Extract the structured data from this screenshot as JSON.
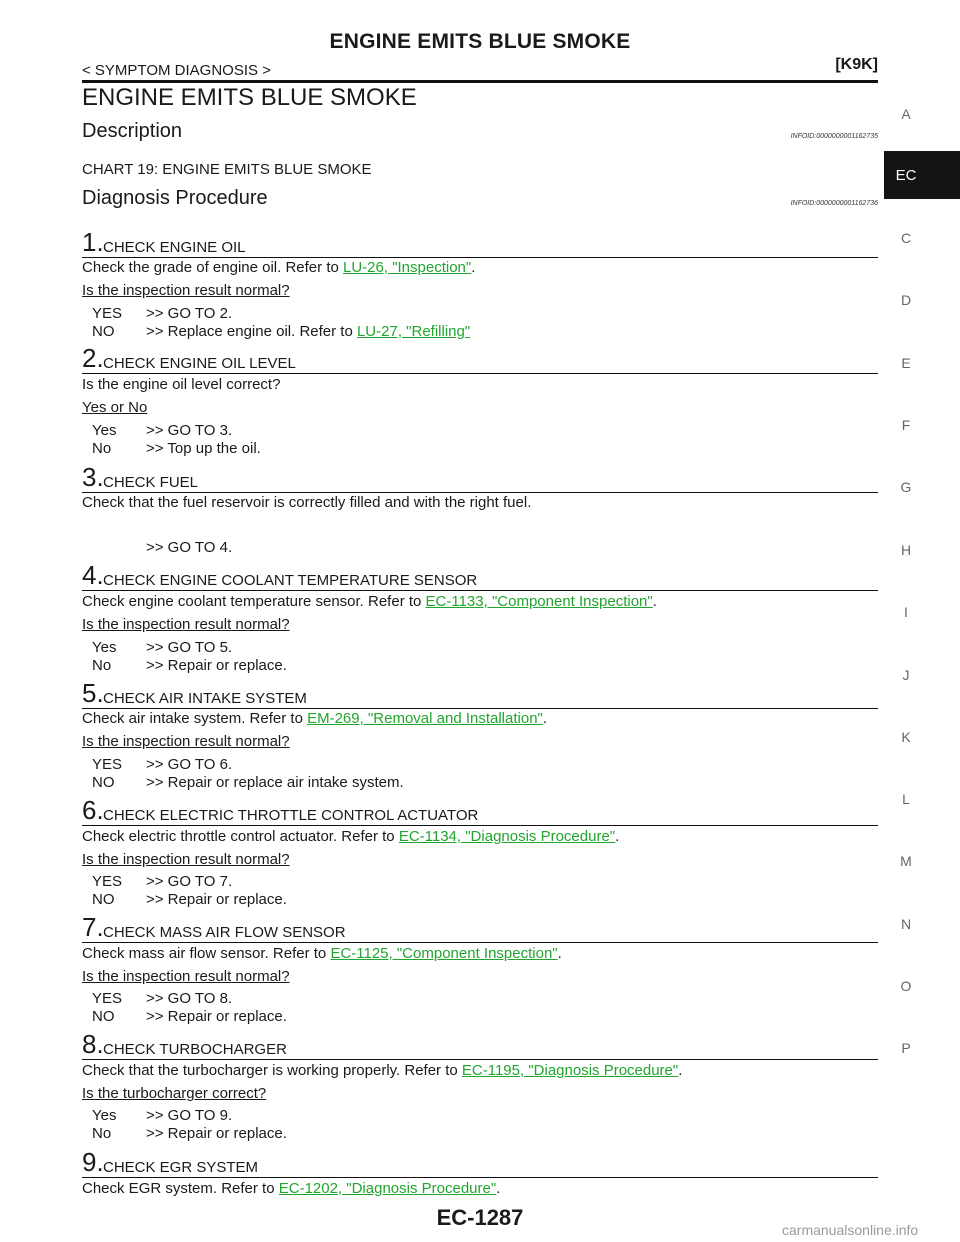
{
  "header": {
    "page_title": "ENGINE EMITS BLUE SMOKE",
    "section_crumb": "< SYMPTOM DIAGNOSIS >",
    "model_code": "[K9K]",
    "main_title": "ENGINE EMITS BLUE SMOKE"
  },
  "description": {
    "heading": "Description",
    "infoid": "INFOID:0000000001162735",
    "chart_text": "CHART 19: ENGINE EMITS BLUE SMOKE"
  },
  "diagnosis": {
    "heading": "Diagnosis Procedure",
    "infoid": "INFOID:0000000001162736"
  },
  "steps": [
    {
      "num": "1.",
      "title": "CHECK ENGINE OIL",
      "text_pre": "Check the grade of engine oil. Refer to ",
      "link": "LU-26, \"Inspection\"",
      "text_post": ".",
      "question": "Is the inspection result normal?",
      "answers": [
        {
          "key": "YES",
          "text": ">> GO TO 2.",
          "link": ""
        },
        {
          "key": "NO",
          "text": ">> Replace engine oil. Refer to ",
          "link": "LU-27, \"Refilling\""
        }
      ]
    },
    {
      "num": "2.",
      "title": "CHECK ENGINE OIL LEVEL",
      "text_pre": "Is the engine oil level correct?",
      "link": "",
      "text_post": "",
      "question": "Yes or No",
      "answers": [
        {
          "key": "Yes",
          "text": ">> GO TO 3.",
          "link": ""
        },
        {
          "key": "No",
          "text": ">> Top up the oil.",
          "link": ""
        }
      ]
    },
    {
      "num": "3.",
      "title": "CHECK FUEL",
      "text_pre": "Check that the fuel reservoir is correctly filled and with the right fuel.",
      "link": "",
      "text_post": "",
      "question": "",
      "answers": [
        {
          "key": "",
          "text": ">> GO TO 4.",
          "link": ""
        }
      ]
    },
    {
      "num": "4.",
      "title": "CHECK ENGINE COOLANT TEMPERATURE SENSOR",
      "text_pre": "Check engine coolant temperature sensor. Refer to ",
      "link": "EC-1133, \"Component Inspection\"",
      "text_post": ".",
      "question": "Is the inspection result normal?",
      "answers": [
        {
          "key": "Yes",
          "text": ">> GO TO 5.",
          "link": ""
        },
        {
          "key": "No",
          "text": ">> Repair or replace.",
          "link": ""
        }
      ]
    },
    {
      "num": "5.",
      "title": "CHECK AIR INTAKE SYSTEM",
      "text_pre": "Check air intake system. Refer to ",
      "link": "EM-269, \"Removal and Installation\"",
      "text_post": ".",
      "question": "Is the inspection result normal?",
      "answers": [
        {
          "key": "YES",
          "text": ">> GO TO 6.",
          "link": ""
        },
        {
          "key": "NO",
          "text": ">> Repair or replace air intake system.",
          "link": ""
        }
      ]
    },
    {
      "num": "6.",
      "title": "CHECK ELECTRIC THROTTLE CONTROL ACTUATOR",
      "text_pre": "Check electric throttle control actuator. Refer to ",
      "link": "EC-1134, \"Diagnosis Procedure\"",
      "text_post": ".",
      "question": "Is the inspection result normal?",
      "answers": [
        {
          "key": "YES",
          "text": ">> GO TO 7.",
          "link": ""
        },
        {
          "key": "NO",
          "text": ">> Repair or replace.",
          "link": ""
        }
      ]
    },
    {
      "num": "7.",
      "title": "CHECK MASS AIR FLOW SENSOR",
      "text_pre": "Check mass air flow sensor. Refer to ",
      "link": "EC-1125, \"Component Inspection\"",
      "text_post": ".",
      "question": "Is the inspection result normal?",
      "answers": [
        {
          "key": "YES",
          "text": ">> GO TO 8.",
          "link": ""
        },
        {
          "key": "NO",
          "text": ">> Repair or replace.",
          "link": ""
        }
      ]
    },
    {
      "num": "8.",
      "title": "CHECK TURBOCHARGER",
      "text_pre": "Check that the turbocharger is working properly. Refer to ",
      "link": "EC-1195, \"Diagnosis Procedure\"",
      "text_post": ".",
      "question": "Is the turbocharger correct?",
      "answers": [
        {
          "key": "Yes",
          "text": ">> GO TO 9.",
          "link": ""
        },
        {
          "key": "No",
          "text": ">> Repair or replace.",
          "link": ""
        }
      ]
    },
    {
      "num": "9.",
      "title": "CHECK EGR SYSTEM",
      "text_pre": "Check EGR system. Refer to ",
      "link": "EC-1202, \"Diagnosis Procedure\"",
      "text_post": ".",
      "question": "",
      "answers": []
    }
  ],
  "side_tabs": [
    "A",
    "EC",
    "C",
    "D",
    "E",
    "F",
    "G",
    "H",
    "I",
    "J",
    "K",
    "L",
    "M",
    "N",
    "O",
    "P"
  ],
  "active_tab": "EC",
  "footer": {
    "page_number": "EC-1287",
    "watermark": "carmanualsonline.info"
  }
}
